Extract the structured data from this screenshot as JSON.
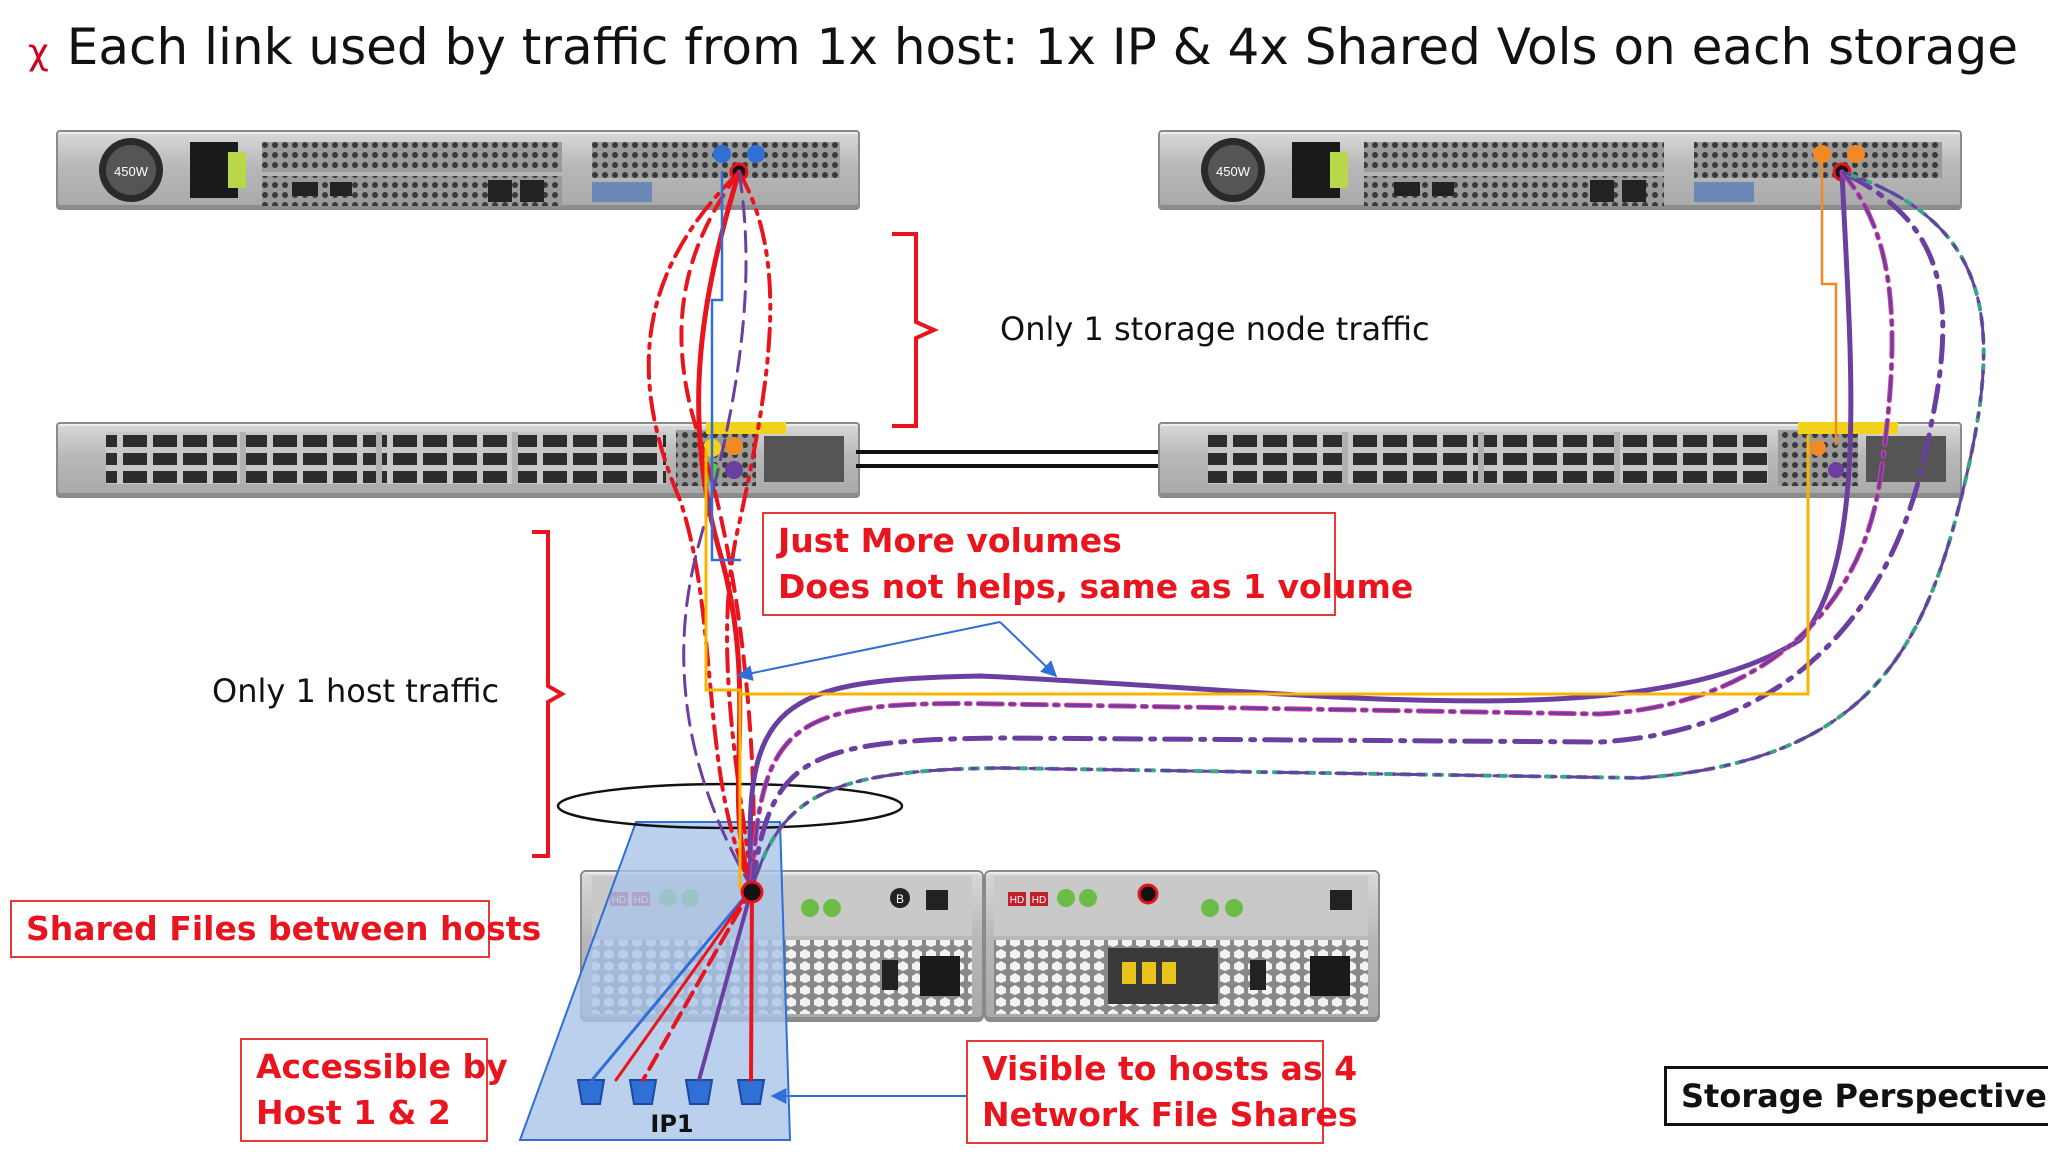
{
  "title": {
    "bullet": "χ",
    "text": "Each link used by traffic from 1x host: 1x IP & 4x Shared Vols on each storage"
  },
  "labels": {
    "storage_node_traffic": "Only 1 storage node traffic",
    "host_traffic": "Only 1 host traffic",
    "storage_perspective": "Storage Perspective",
    "ip": "IP1"
  },
  "callouts": {
    "volumes": {
      "line1": "Just More volumes",
      "line2": "Does not helps, same as 1 volume"
    },
    "shared_files": "Shared Files between hosts",
    "accessible": {
      "line1": "Accessible by",
      "line2": "Host 1 & 2"
    },
    "visible": {
      "line1": "Visible to hosts as 4",
      "line2": "Network File Shares"
    }
  },
  "device_labels": {
    "psu": "450W",
    "drive_tags": [
      "HD",
      "HD"
    ],
    "module_tag": "B"
  },
  "colors": {
    "red": "#e8141e",
    "purple": "#6b3fa0",
    "orange": "#f7b500",
    "blue": "#2f6fd6",
    "pink": "#e040a0",
    "teal": "#3aa38c"
  }
}
